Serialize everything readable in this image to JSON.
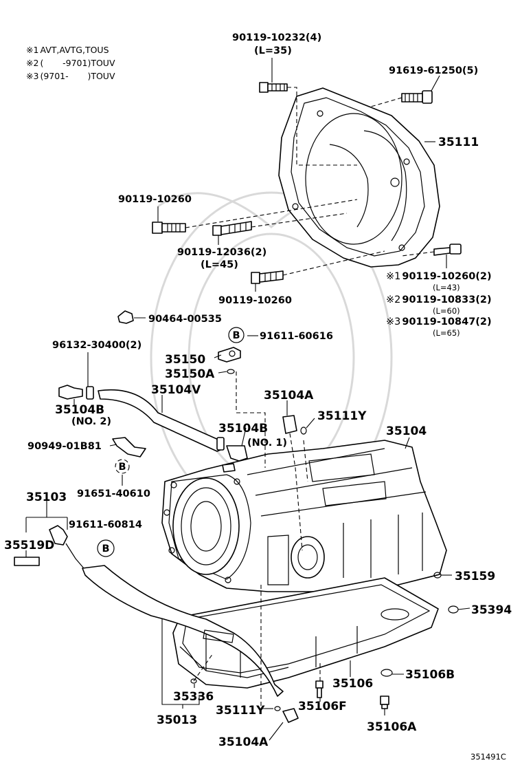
{
  "notes": [
    {
      "marker": "※1",
      "text": "AVT,AVTG,TOUS"
    },
    {
      "marker": "※2",
      "text": "(       -9701)TOUV"
    },
    {
      "marker": "※3",
      "text": "(9701-       )TOUV"
    }
  ],
  "labels": {
    "bolt_90119_10232": "90119-10232(4)",
    "bolt_90119_10232_len": "(L=35)",
    "bolt_91619_61250": "91619-61250(5)",
    "housing_35111": "35111",
    "bolt_90119_10260_top": "90119-10260",
    "bolt_90119_12036": "90119-12036(2)",
    "bolt_90119_12036_len": "(L=45)",
    "bolt_90119_10260_low": "90119-10260",
    "opt1_marker": "※1",
    "opt1_part": "90119-10260(2)",
    "opt1_len": "(L=43)",
    "opt2_marker": "※2",
    "opt2_part": "90119-10833(2)",
    "opt2_len": "(L=60)",
    "opt3_marker": "※3",
    "opt3_part": "90119-10847(2)",
    "opt3_len": "(L=65)",
    "clip_90464_00535": "90464-00535",
    "ref_b_top": "B",
    "bolt_91611_60616": "91611-60616",
    "clamp_96132_30400": "96132-30400(2)",
    "sensor_35150": "35150",
    "oring_35150A": "35150A",
    "hose_35104V": "35104V",
    "union_35104A_top": "35104A",
    "union_35104B_no2": "35104B",
    "union_35104B_no2_sub": "(NO. 2)",
    "oring_35111Y_top": "35111Y",
    "union_35104B_no1": "35104B",
    "union_35104B_no1_sub": "(NO. 1)",
    "case_35104": "35104",
    "bracket_90949_01B81": "90949-01B81",
    "ref_b_mid": "B",
    "bolt_91651_40610": "91651-40610",
    "gauge_35103": "35103",
    "bolt_91611_60814": "91611-60814",
    "ref_b_gauge": "B",
    "label_35519D": "35519D",
    "plug_35159": "35159",
    "plug_35394": "35394",
    "gasket_35106B": "35106B",
    "pan_35106": "35106",
    "magnet_35336": "35336",
    "tube_35013": "35013",
    "oring_35111Y_bot": "35111Y",
    "bolt_35106F": "35106F",
    "plug_35106A": "35106A",
    "union_35104A_bot": "35104A",
    "figure_code": "351491C"
  }
}
